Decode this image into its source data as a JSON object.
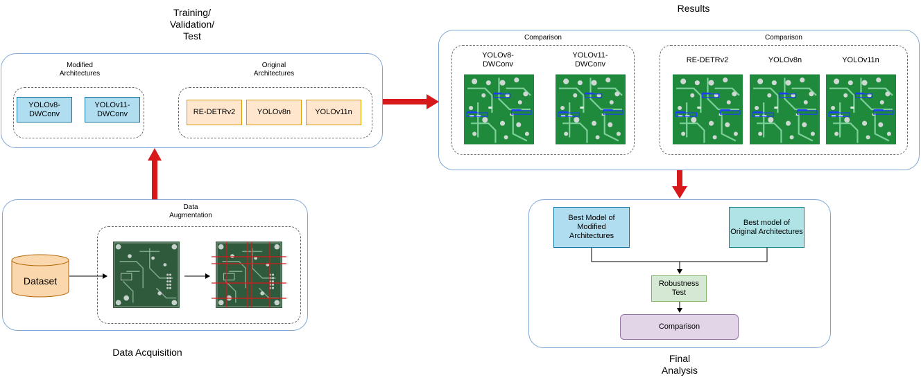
{
  "training": {
    "title": "Training/\nValidation/\nTest",
    "modified_label": "Modified\nArchitectures",
    "original_label": "Original\nArchitectures",
    "modified_models": [
      "YOLOv8-\nDWConv",
      "YOLOv11-\nDWConv"
    ],
    "original_models": [
      "RE-DETRv2",
      "YOLOv8n",
      "YOLOv11n"
    ]
  },
  "acquisition": {
    "title": "Data Acquisition",
    "augmentation_label": "Data\nAugmentation",
    "dataset_label": "Dataset"
  },
  "results": {
    "title": "Results",
    "left_group": {
      "label": "Comparison",
      "models": [
        "YOLOv8-\nDWConv",
        "YOLOv11-\nDWConv"
      ]
    },
    "right_group": {
      "label": "Comparison",
      "models": [
        "RE-DETRv2",
        "YOLOv8n",
        "YOLOv11n"
      ]
    }
  },
  "analysis": {
    "title": "Final\nAnalysis",
    "best_modified": "Best Model of\nModified\nArchitectures",
    "best_original": "Best model of\nOriginal Architectures",
    "robustness": "Robustness\nTest",
    "comparison": "Comparison"
  },
  "colors": {
    "arrow_red": "#d7191c",
    "panel_border": "#7ea6d4",
    "pcb_green": "#1f8a3c",
    "pcb_dark": "#2e5a3a"
  }
}
